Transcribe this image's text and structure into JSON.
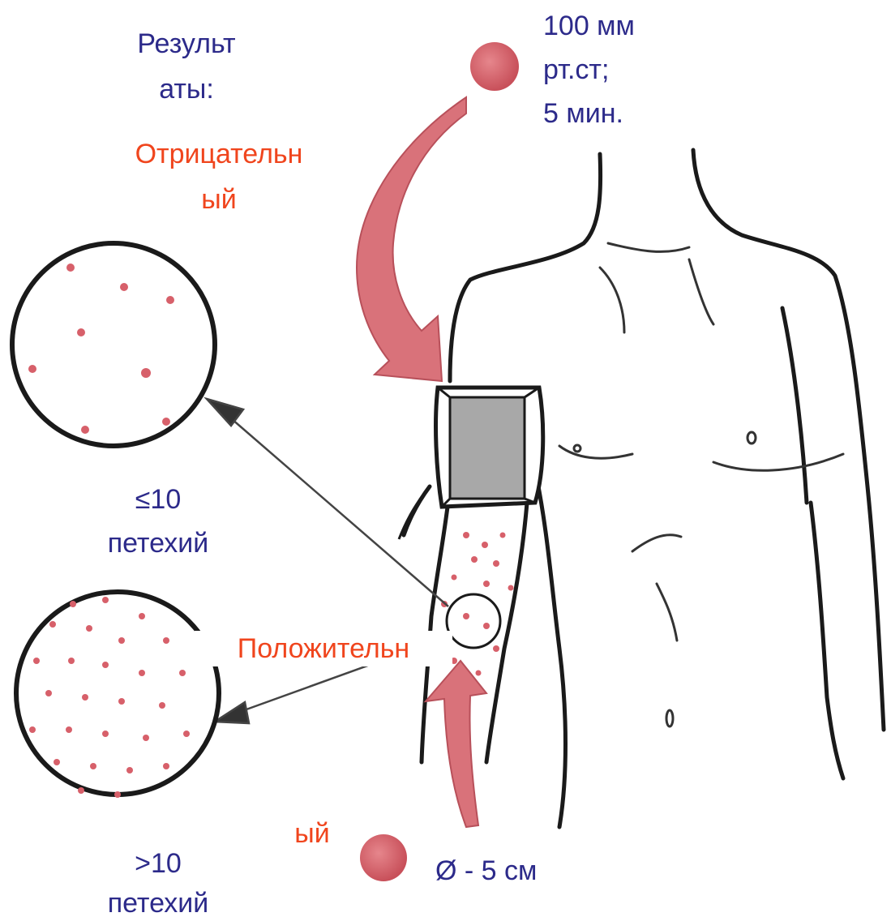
{
  "labels": {
    "results_line1": "Результ",
    "results_line2": "аты:",
    "negative_line1": "Отрицательн",
    "negative_line2": "ый",
    "neg_count_line1": "≤10",
    "neg_count_line2": "петехий",
    "pos_count_line1": ">10",
    "pos_count_line2": "петехий",
    "positive_line1": "Положительн",
    "positive_line2": "ый",
    "pressure_line1": "100 мм",
    "pressure_line2": "рт.ст;",
    "pressure_line3": "5 мин.",
    "diameter": "Ø - 5 см"
  },
  "colors": {
    "text_blue": "#2c2a8a",
    "text_red": "#f0451d",
    "petechia": "#d7606a",
    "arrow_fill": "#d9727a",
    "cuff_gray": "#a8a8a8",
    "line": "#1a1a1a"
  }
}
